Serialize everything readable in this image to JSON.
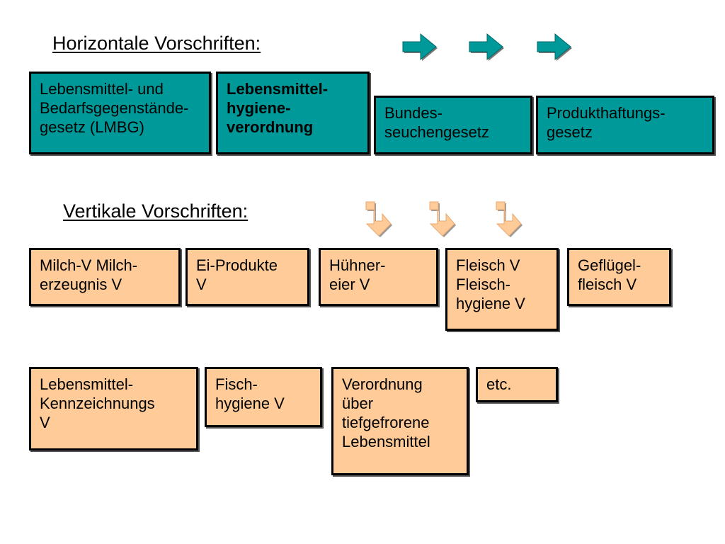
{
  "horizontal": {
    "title": "Horizontale Vorschriften:",
    "boxes": [
      {
        "lines": [
          "Lebensmittel- und",
          "Bedarfsgegenstände-",
          "gesetz (LMBG)"
        ]
      },
      {
        "lines": [
          "Lebensmittel-",
          "hygiene-",
          "verordnung"
        ]
      },
      {
        "lines": [
          "Bundes-",
          "seuchengesetz"
        ]
      },
      {
        "lines": [
          "Produkthaftungs-",
          "gesetz"
        ]
      }
    ],
    "arrow_icon": "right-arrow-icon",
    "arrow_color": "#009999"
  },
  "vertical": {
    "title": "Vertikale Vorschriften:",
    "row1": [
      {
        "lines": [
          "Milch-V Milch-",
          "erzeugnis V"
        ]
      },
      {
        "lines": [
          "Ei-Produkte",
          "V"
        ]
      },
      {
        "lines": [
          "Hühner-",
          "eier V"
        ]
      },
      {
        "lines": [
          "Fleisch V",
          "Fleisch-",
          "hygiene V"
        ]
      },
      {
        "lines": [
          "Geflügel-",
          "fleisch V"
        ]
      }
    ],
    "row2": [
      {
        "lines": [
          "Lebensmittel-",
          "Kennzeichnungs",
          "V"
        ]
      },
      {
        "lines": [
          "Fisch-",
          "hygiene V"
        ]
      },
      {
        "lines": [
          "Verordnung",
          "über",
          "tiefgefrorene",
          "Lebensmittel"
        ]
      },
      {
        "lines": [
          "etc."
        ]
      }
    ],
    "arrow_icon": "down-arrow-icon",
    "arrow_color": "#ffcc99"
  },
  "colors": {
    "horizontal_box": "#009999",
    "vertical_box": "#ffcc99",
    "border": "#000000"
  }
}
